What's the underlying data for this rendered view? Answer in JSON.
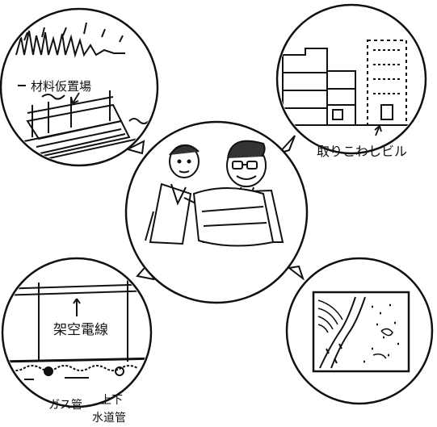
{
  "labels": {
    "material_yard": "材料仮置場",
    "demolition_building": "取りこわしビル",
    "overhead_wires": "架空電線",
    "gas_pipe": "ガス管",
    "water_pipe_line1": "上下",
    "water_pipe_line2": "水道管"
  },
  "colors": {
    "ink": "#111111",
    "paper": "#ffffff"
  }
}
